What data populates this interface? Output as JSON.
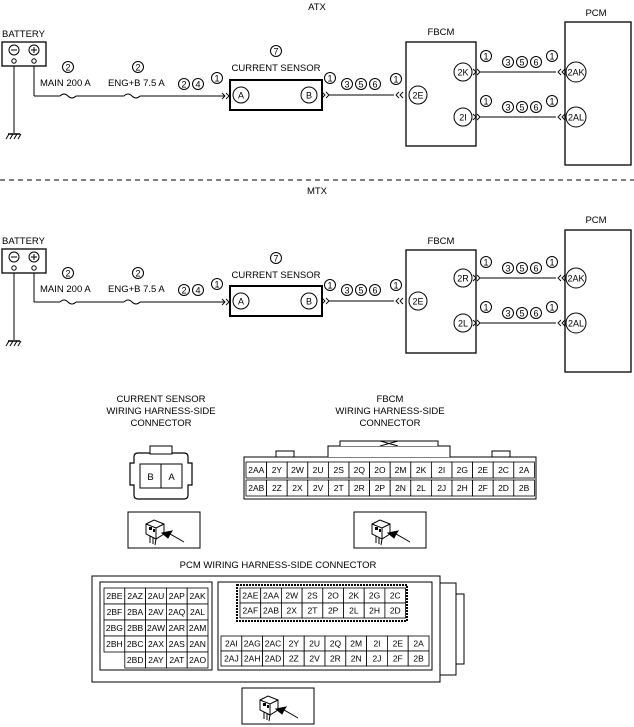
{
  "sections": {
    "atx": {
      "title": "ATX",
      "battery": "BATTERY",
      "main_fuse": "MAIN 200 A",
      "eng_fuse": "ENG+B 7.5 A",
      "fuse_circ_1": "2",
      "fuse_circ_2": "2",
      "wire_codes_1": [
        "2",
        "4"
      ],
      "wire_code_a": "1",
      "sensor_code": "7",
      "sensor_label": "CURRENT SENSOR",
      "sensor_pin_a": "A",
      "sensor_pin_b": "B",
      "wire_b_code": "1",
      "wire_codes_2": [
        "3",
        "5",
        "6"
      ],
      "wire_2e_code": "1",
      "fbcm_label": "FBCM",
      "fbcm_pin_e": "2E",
      "fbcm_pin_top": "2K",
      "fbcm_pin_bottom": "2I",
      "pcm_label": "PCM",
      "pcm_pin_top": "2AK",
      "pcm_pin_bottom": "2AL",
      "link_codes": [
        "1",
        "3",
        "5",
        "6",
        "1"
      ]
    },
    "mtx": {
      "title": "MTX",
      "battery": "BATTERY",
      "main_fuse": "MAIN 200 A",
      "eng_fuse": "ENG+B 7.5 A",
      "fuse_circ_1": "2",
      "fuse_circ_2": "2",
      "wire_codes_1": [
        "2",
        "4"
      ],
      "wire_code_a": "1",
      "sensor_code": "7",
      "sensor_label": "CURRENT SENSOR",
      "sensor_pin_a": "A",
      "sensor_pin_b": "B",
      "wire_b_code": "1",
      "wire_codes_2": [
        "3",
        "5",
        "6"
      ],
      "wire_2e_code": "1",
      "fbcm_label": "FBCM",
      "fbcm_pin_e": "2E",
      "fbcm_pin_top": "2R",
      "fbcm_pin_bottom": "2L",
      "pcm_label": "PCM",
      "pcm_pin_top": "2AK",
      "pcm_pin_bottom": "2AL",
      "link_codes": [
        "1",
        "3",
        "5",
        "6",
        "1"
      ]
    }
  },
  "connectors": {
    "current_sensor": {
      "title_lines": [
        "CURRENT SENSOR",
        "WIRING HARNESS-SIDE",
        "CONNECTOR"
      ],
      "pins": [
        "B",
        "A"
      ]
    },
    "fbcm": {
      "title_lines": [
        "FBCM",
        "WIRING HARNESS-SIDE",
        "CONNECTOR"
      ],
      "row1": [
        "2AA",
        "2Y",
        "2W",
        "2U",
        "2S",
        "2Q",
        "2O",
        "2M",
        "2K",
        "2I",
        "2G",
        "2E",
        "2C",
        "2A"
      ],
      "row2": [
        "2AB",
        "2Z",
        "2X",
        "2V",
        "2T",
        "2R",
        "2P",
        "2N",
        "2L",
        "2J",
        "2H",
        "2F",
        "2D",
        "2B"
      ]
    },
    "pcm": {
      "title": "PCM WIRING HARNESS-SIDE CONNECTOR",
      "left_rows": [
        [
          "2BE",
          "2AZ",
          "2AU",
          "2AP",
          "2AK"
        ],
        [
          "2BF",
          "2BA",
          "2AV",
          "2AQ",
          "2AL"
        ],
        [
          "2BG",
          "2BB",
          "2AW",
          "2AR",
          "2AM"
        ],
        [
          "2BH",
          "2BC",
          "2AX",
          "2AS",
          "2AN"
        ],
        [
          "",
          "2BD",
          "2AY",
          "2AT",
          "2AO"
        ]
      ],
      "right_top_rows": [
        [
          "2AE",
          "2AA",
          "2W",
          "2S",
          "2O",
          "2K",
          "2G",
          "2C"
        ],
        [
          "2AF",
          "2AB",
          "2X",
          "2T",
          "2P",
          "2L",
          "2H",
          "2D"
        ]
      ],
      "right_bottom_rows": [
        [
          "2AI",
          "2AG",
          "2AC",
          "2Y",
          "2U",
          "2Q",
          "2M",
          "2I",
          "2E",
          "2A"
        ],
        [
          "2AJ",
          "2AH",
          "2AD",
          "2Z",
          "2V",
          "2R",
          "2N",
          "2J",
          "2F",
          "2B"
        ]
      ]
    }
  }
}
